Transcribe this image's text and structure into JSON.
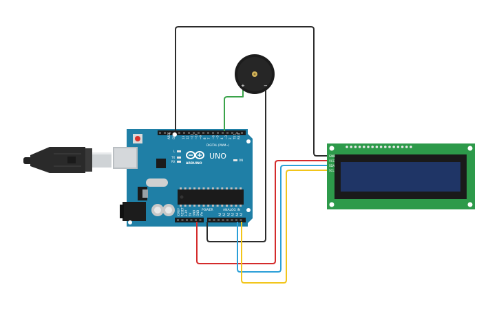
{
  "arduino": {
    "brand": "ARDUINO",
    "model": "UNO",
    "digital_header_label": "DIGITAL (PWM~)",
    "power_label": "POWER",
    "analog_label": "ANALOG IN",
    "on_label": "ON",
    "tx_label": "TX",
    "rx_label": "RX",
    "l_label": "L",
    "aref_label": "AREF",
    "gnd_label": "GND",
    "digital_pins": [
      "13",
      "12",
      "~11",
      "~10",
      "~9",
      "8",
      "7",
      "~6",
      "~5",
      "4",
      "~3",
      "2",
      "TX 1",
      "RX 0"
    ],
    "power_pins": [
      "IOREF",
      "RESET",
      "3.3V",
      "5V",
      "GND",
      "GND",
      "Vin"
    ],
    "analog_pins": [
      "A0",
      "A1",
      "A2",
      "A3",
      "A4",
      "A5"
    ]
  },
  "buzzer": {
    "plus_label": "+",
    "minus_label": "−"
  },
  "lcd": {
    "pin_labels": [
      "GND",
      "VCC",
      "SDA",
      "SCL"
    ]
  },
  "wire_colors": {
    "black": "#2b2b2b",
    "green": "#3aa34a",
    "red": "#d42b2b",
    "blue": "#2a9fd8",
    "yellow": "#f2c51a"
  }
}
